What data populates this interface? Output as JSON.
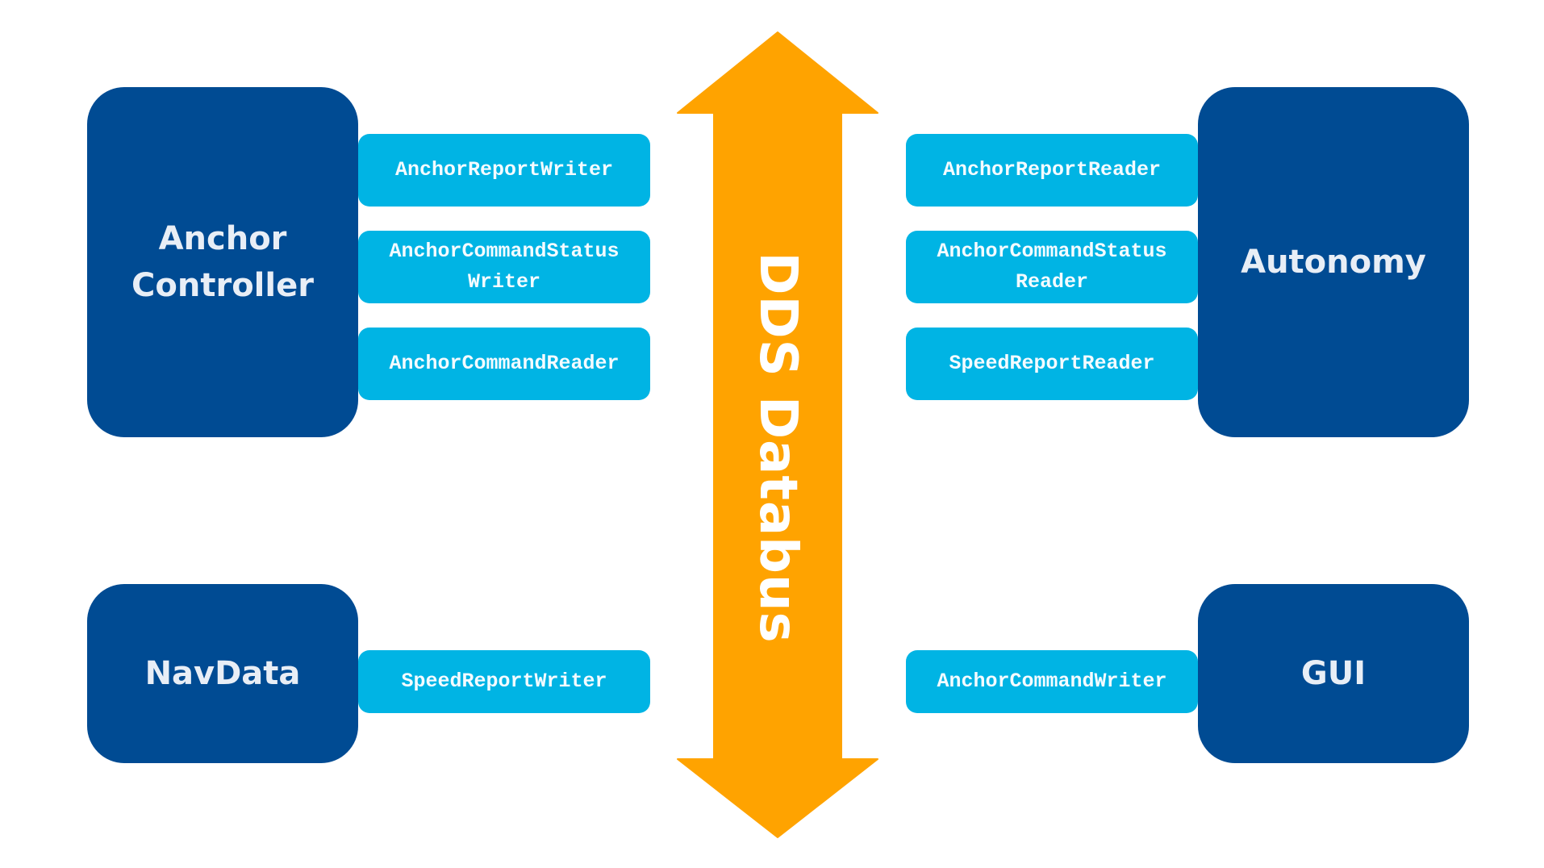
{
  "colors": {
    "module": "#004b93",
    "endpoint": "#00b4e4",
    "bus": "#ffa300",
    "background": "#ffffff"
  },
  "bus": {
    "label": "DDS Databus",
    "icon": "double-headed-vertical-arrow"
  },
  "modules": {
    "anchor_controller": {
      "name_line1": "Anchor",
      "name_line2": "Controller",
      "endpoints": [
        "AnchorReportWriter",
        "AnchorCommandStatus\nWriter",
        "AnchorCommandReader"
      ]
    },
    "navdata": {
      "name": "NavData",
      "endpoints": [
        "SpeedReportWriter"
      ]
    },
    "autonomy": {
      "name": "Autonomy",
      "endpoints": [
        "AnchorReportReader",
        "AnchorCommandStatus\nReader",
        "SpeedReportReader"
      ]
    },
    "gui": {
      "name": "GUI",
      "endpoints": [
        "AnchorCommandWriter"
      ]
    }
  }
}
